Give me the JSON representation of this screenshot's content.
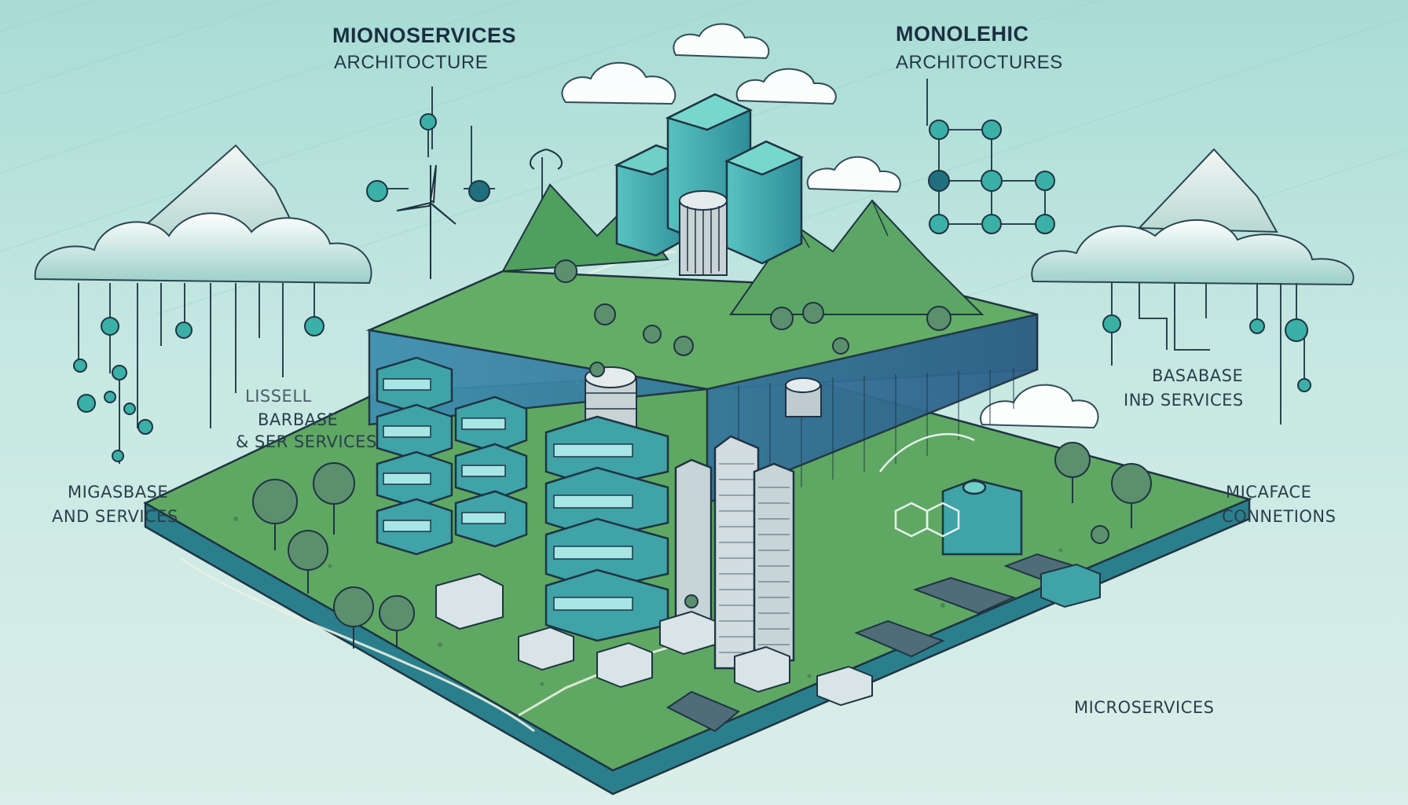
{
  "labels": {
    "title_left_1": "MIONOSERVICES",
    "title_left_2": "ARCHITOCTURE",
    "title_right_1": "MONOLEHIC",
    "title_right_2": "ARCHITOCTURES",
    "mid_left_1": "LISSELL",
    "mid_left_2": "BARBASE",
    "mid_left_3": "& SER SERVICES",
    "left_1": "MIGASBASE",
    "left_2": "AND SERVICES",
    "right_top_1": "BASABASE",
    "right_top_2": "INÐ SERVICES",
    "right_mid_1": "MICAFACE",
    "right_mid_2": "CONNETIONS",
    "bottom_right": "MICROSERVICES"
  },
  "colors": {
    "sky_top": "#a9dcd6",
    "grass": "#5fa863",
    "teal_building": "#3fa3a8",
    "dark_outline": "#1f3442",
    "node_teal": "#3ab0a6"
  },
  "icons": [
    "cloud-icon",
    "network-node-icon",
    "wind-turbine-icon",
    "database-tower-icon",
    "tree-icon"
  ]
}
